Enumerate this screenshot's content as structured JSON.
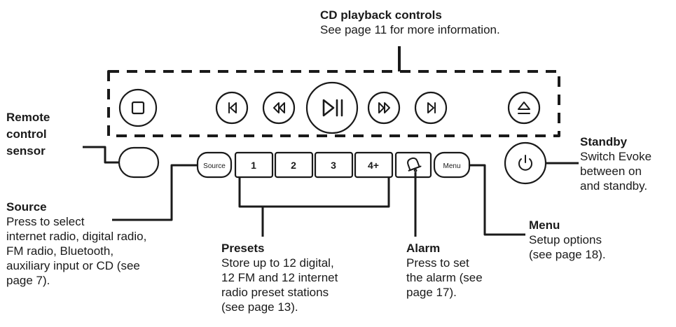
{
  "annotations": {
    "cd_controls": {
      "title": "CD playback controls",
      "description": "See page 11 for more information."
    },
    "remote_sensor": {
      "title": "Remote\ncontrol\nsensor"
    },
    "source": {
      "title": "Source",
      "description": "Press to select\ninternet radio, digital radio,\nFM radio, Bluetooth,\nauxiliary input or CD (see\npage 7)."
    },
    "presets": {
      "title": "Presets",
      "description": "Store up to 12 digital,\n12 FM and 12 internet\nradio preset stations\n(see page 13)."
    },
    "alarm": {
      "title": "Alarm",
      "description": "Press to set\nthe alarm (see\npage 17)."
    },
    "menu": {
      "title": "Menu",
      "description": "Setup options\n(see page 18)."
    },
    "standby": {
      "title": "Standby",
      "description": "Switch Evoke\nbetween on\nand standby."
    }
  },
  "buttons": {
    "source": "Source",
    "preset_1": "1",
    "preset_2": "2",
    "preset_3": "3",
    "preset_4": "4+",
    "menu": "Menu"
  },
  "icons": {
    "stop": "stop-icon",
    "previous": "skip-previous-icon",
    "rewind": "rewind-icon",
    "play_pause": "play-pause-icon",
    "fast_forward": "fast-forward-icon",
    "next": "skip-next-icon",
    "eject": "eject-icon",
    "alarm": "bell-icon",
    "standby": "power-icon"
  },
  "colors": {
    "ink": "#1a1a1a",
    "background": "#ffffff"
  }
}
